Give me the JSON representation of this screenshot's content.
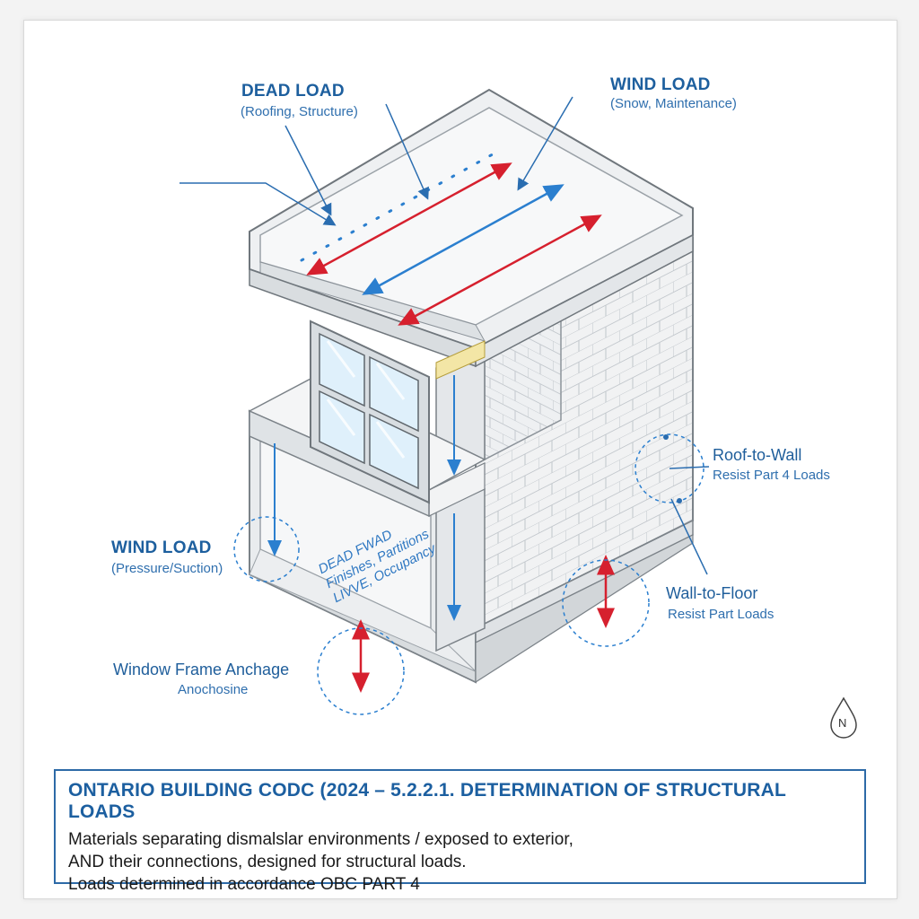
{
  "labels": {
    "dead_load_top": {
      "title": "DEAD LOAD",
      "sub": "(Roofing, Structure)"
    },
    "wind_load_top": {
      "title": "WIND LOAD",
      "sub": "(Snow, Maintenance)"
    },
    "roof_to_wall": {
      "title": "Roof-to-Wall",
      "sub": "Resist Part 4 Loads"
    },
    "wind_load_left": {
      "title": "WIND LOAD",
      "sub": "(Pressure/Suction)"
    },
    "wall_to_floor": {
      "title": "Wall-to-Floor",
      "sub": "Resist Part Loads"
    },
    "window_frame": {
      "title": "Window Frame Anchage",
      "sub": "Anochosine"
    },
    "floor_text": [
      "DEAD FWAD",
      "Finishes, Partitions",
      "LIVVE, Occupancy"
    ]
  },
  "compass": "N",
  "code_box": {
    "title": "ONTARIO BUILDING CODC (2024 – 5.2.2.1. DETERMINATION OF STRUCTURAL LOADS",
    "lines": [
      "Materials separating dismalslar environments / exposed to exterior,",
      "AND their connections, designed for structural loads.",
      "Loads determined in accordance OBC PART 4"
    ]
  },
  "colors": {
    "label_blue": "#1d5f9e",
    "arrow_blue": "#2b7fcf",
    "arrow_red": "#d6202e",
    "insulation": "#f3e6a6",
    "brick_line": "#c9ced3"
  }
}
